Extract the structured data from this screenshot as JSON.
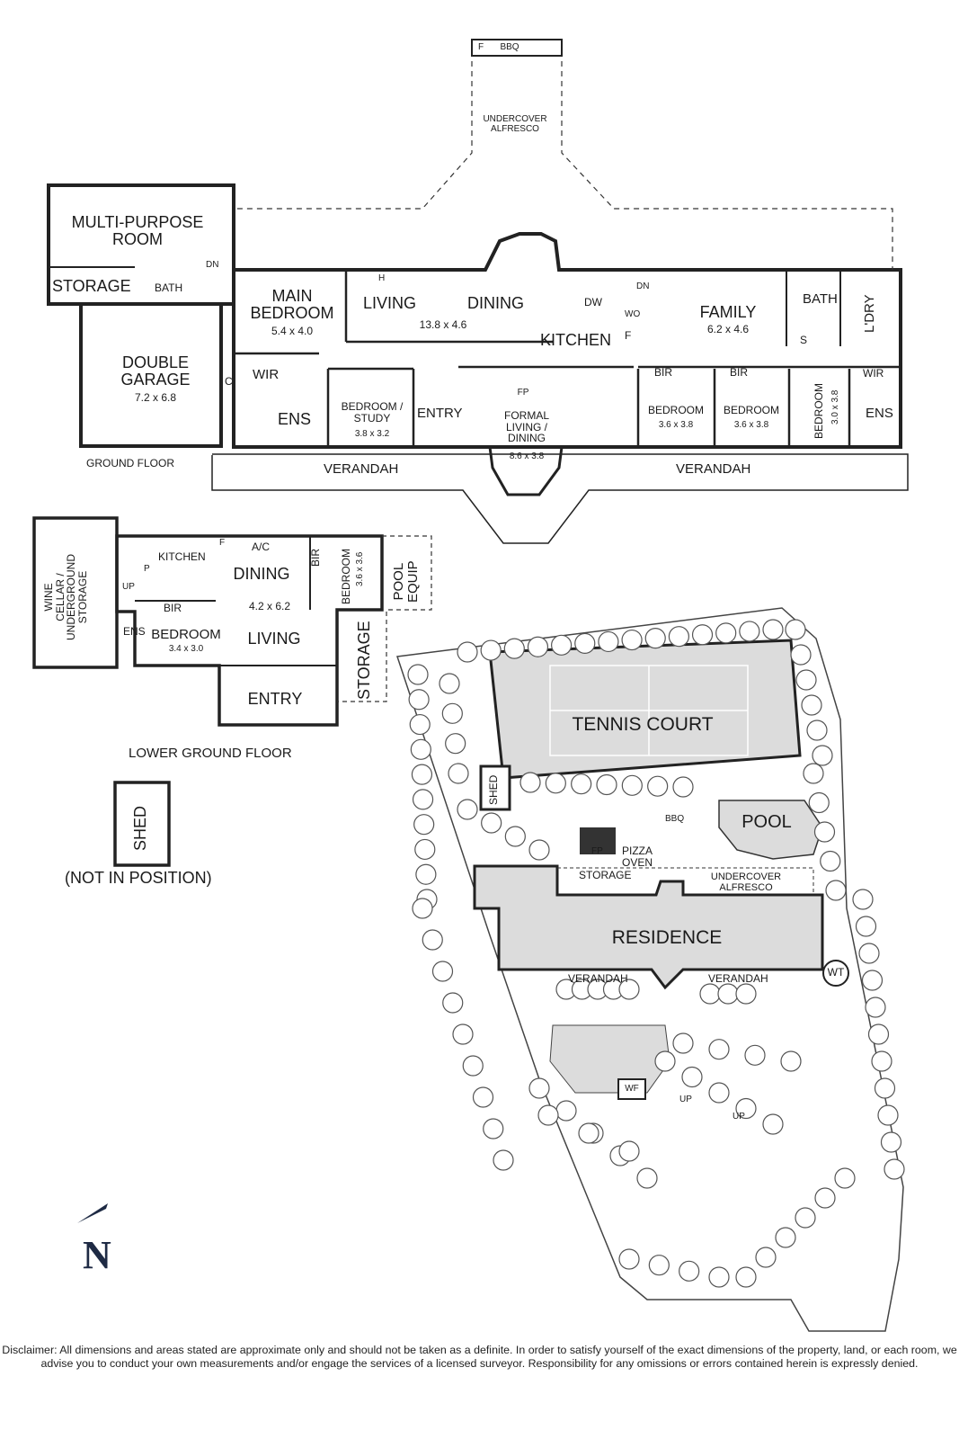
{
  "ground_floor": {
    "floor_label": "GROUND FLOOR",
    "alfresco": {
      "name": "UNDERCOVER\nALFRESCO",
      "f": "F",
      "bbq": "BBQ"
    },
    "multi_purpose": "MULTI-PURPOSE\nROOM",
    "storage": "STORAGE",
    "bath_small": "BATH",
    "dn_left": "DN",
    "double_garage": {
      "name": "DOUBLE\nGARAGE",
      "size": "7.2 x 6.8"
    },
    "main_bedroom": {
      "name": "MAIN\nBEDROOM",
      "size": "5.4 x 4.0"
    },
    "wir_main": "WIR",
    "ens_main": "ENS",
    "c_marker": "C",
    "living": "LIVING",
    "dining": "DINING",
    "living_dining_size": "13.8 x 4.6",
    "h_marker": "H",
    "bedroom_study": {
      "name": "BEDROOM /\nSTUDY",
      "size": "3.8 x 3.2"
    },
    "entry": "ENTRY",
    "kitchen": "KITCHEN",
    "dw": "DW",
    "wo": "WO",
    "f_marker": "F",
    "dn_right": "DN",
    "fp": "FP",
    "formal_living": {
      "name": "FORMAL\nLIVING /\nDINING",
      "size": "8.6 x 3.8"
    },
    "family": {
      "name": "FAMILY",
      "size": "6.2 x 4.6"
    },
    "bath": "BATH",
    "ldry": "L'DRY",
    "s_marker": "S",
    "bir": "BIR",
    "bedroom_a": {
      "name": "BEDROOM",
      "size": "3.6 x 3.8"
    },
    "bedroom_b": {
      "name": "BEDROOM",
      "size": "3.6 x 3.8"
    },
    "bedroom_c": {
      "name": "BEDROOM",
      "size": "3.0 x 3.8"
    },
    "wir_right": "WIR",
    "ens_right": "ENS",
    "verandah": "VERANDAH"
  },
  "lower_floor": {
    "floor_label": "LOWER GROUND FLOOR",
    "wine_cellar": "WINE\nCELLAR /\nUNDERGROUND\nSTORAGE",
    "kitchen": "KITCHEN",
    "f_marker": "F",
    "ac": "A/C",
    "dining": {
      "name": "DINING",
      "size": "4.2 x 6.2"
    },
    "p_marker": "P",
    "up": "UP",
    "bir_top": "BIR",
    "bedroom_right": {
      "name": "BEDROOM",
      "size": "3.6 x 3.6"
    },
    "pool_equip": "POOL\nEQUIP",
    "bir_left": "BIR",
    "ens": "ENS",
    "bedroom_left": {
      "name": "BEDROOM",
      "size": "3.4 x 3.0"
    },
    "living": "LIVING",
    "storage": "STORAGE",
    "entry": "ENTRY"
  },
  "shed_standalone": {
    "name": "SHED",
    "note": "(NOT IN POSITION)"
  },
  "site": {
    "tennis_court": "TENNIS COURT",
    "shed": "SHED",
    "pool": "POOL",
    "fp": "FP",
    "pizza_oven": "PIZZA\nOVEN",
    "bbq": "BBQ",
    "storage": "STORAGE",
    "alfresco": "UNDERCOVER\nALFRESCO",
    "residence": "RESIDENCE",
    "verandah_left": "VERANDAH",
    "verandah_right": "VERANDAH",
    "wt": "WT",
    "wf": "WF",
    "up_a": "UP",
    "up_b": "UP"
  },
  "north": "N",
  "disclaimer": "Disclaimer: All dimensions and areas stated are approximate only and should not be taken as a definite. In order to satisfy yourself of the exact dimensions of the property, land, or each room, we advise you to conduct your own measurements and/or engage the services of a licensed surveyor. Responsibility for any omissions or errors contained herein is expressly denied.",
  "colors": {
    "wall": "#222222",
    "site_fill": "#dcdcdc",
    "tree": "#9a9a9a",
    "north": "#1e2a44"
  }
}
